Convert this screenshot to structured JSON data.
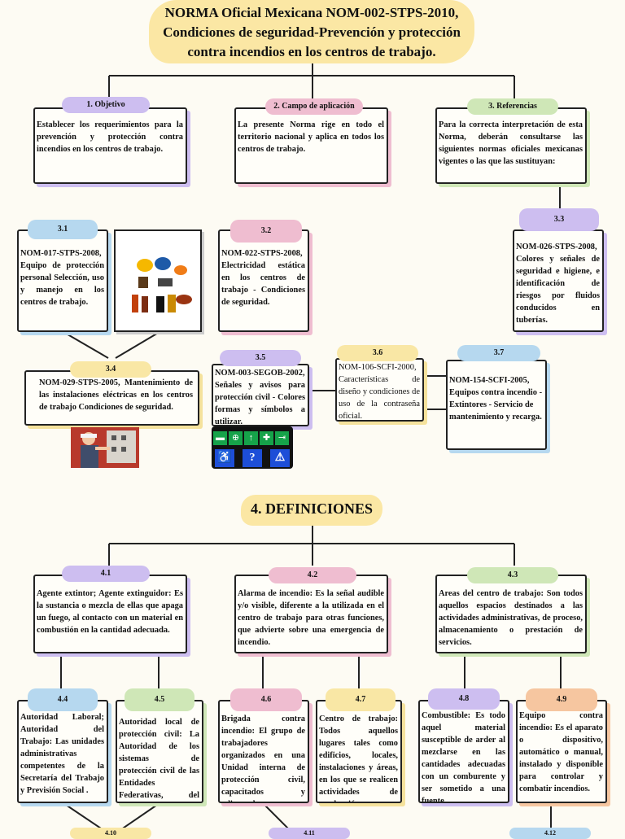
{
  "title": {
    "line1": "NORMA Oficial Mexicana NOM-002-STPS-2010,",
    "line2": "Condiciones de seguridad-Prevención y protección",
    "line3": "contra incendios en los centros de trabajo."
  },
  "section_title": "4. DEFINICIONES",
  "boxes": {
    "b1": {
      "label": "1. Objetivo",
      "text": "Establecer los requerimientos para la prevención y protección contra incendios en los centros de trabajo."
    },
    "b2": {
      "label": "2. Campo de aplicación",
      "text": "La presente Norma rige en todo el territorio nacional y aplica en todos los centros de trabajo."
    },
    "b3": {
      "label": "3. Referencias",
      "text": "Para la correcta interpretación de esta Norma, deberán consultarse las siguientes normas oficiales mexicanas vigentes o las que las sustituyan:"
    },
    "b31": {
      "label": "3.1",
      "text": "NOM-017-STPS-2008, Equipo de protección personal Selección, uso y manejo en los centros de trabajo."
    },
    "b32": {
      "label": "3.2",
      "text": "NOM-022-STPS-2008, Electricidad estática en los centros de trabajo - Condiciones de seguridad."
    },
    "b33": {
      "label": "3.3",
      "text": "NOM-026-STPS-2008, Colores y señales de seguridad e higiene, e identificación de riesgos por fluidos conducidos en tuberías."
    },
    "b34": {
      "label": "3.4",
      "text": "NOM-029-STPS-2005, Mantenimiento de las instalaciones eléctricas en los centros de trabajo Condiciones de seguridad."
    },
    "b35": {
      "label": "3.5",
      "text": "NOM-003-SEGOB-2002, Señales y avisos para protección civil - Colores formas y símbolos a utilizar."
    },
    "b36": {
      "label": "3.6",
      "text": "NOM-106-SCFI-2000, Características de diseño y condiciones de uso de la contraseña oficial."
    },
    "b37": {
      "label": "3.7",
      "text": "NOM-154-SCFI-2005, Equipos contra incendio - Extintores - Servicio de mantenimiento y recarga."
    },
    "b41": {
      "label": "4.1",
      "text": "Agente extintor; Agente extinguidor: Es la sustancia o mezcla de ellas que apaga un fuego, al contacto con un material en combustión en la cantidad adecuada."
    },
    "b42": {
      "label": "4.2",
      "text": "Alarma de incendio: Es la señal audible y/o visible, diferente a la utilizada en el centro de trabajo para otras funciones, que advierte sobre una emergencia de incendio."
    },
    "b43": {
      "label": "4.3",
      "text": "Areas del centro de trabajo: Son todos aquellos espacios destinados a las actividades administrativas, de proceso, almacenamiento o prestación de servicios."
    },
    "b44": {
      "label": "4.4",
      "text": "Autoridad Laboral; Autoridad del Trabajo: Las unidades administrativas competentes de la Secretaría del Trabajo y Previsión Social ."
    },
    "b45": {
      "label": "4.5",
      "text": "Autoridad local de protección civil: La Autoridad de los sistemas de protección civil de las Entidades Federativas, del Distrito Federal ."
    },
    "b46": {
      "label": "4.6",
      "text": "Brigada contra incendio: El grupo de trabajadores organizados en una Unidad interna de protección civil, capacitados y adiestrados en o"
    },
    "b47": {
      "label": "4.7",
      "text": "Centro de trabajo: Todos aquellos lugares tales como edificios, locales, instalaciones y áreas, en los que se realicen actividades de producción, etc.."
    },
    "b48": {
      "label": "4.8",
      "text": "Combustible: Es todo aquel material susceptible de arder al mezclarse en las cantidades adecuadas con un comburente y ser sometido a una fuente."
    },
    "b49": {
      "label": "4.9",
      "text": "Equipo contra incendio: Es el aparato o dispositivo, automático o manual, instalado y disponible para controlar y combatir incendios."
    }
  },
  "partial_labels": {
    "l410": "4.10",
    "l411": "4.11",
    "l412": "4.12"
  },
  "colors": {
    "purple": "#cdbef0",
    "pink": "#efbdd0",
    "green": "#cfe7b7",
    "blue": "#b6d8ef",
    "yellow": "#f9e7a5",
    "orange": "#f6c6a0"
  },
  "icons": [
    "ppe-equipment-image",
    "electrical-worker-image",
    "safety-signs-image"
  ]
}
